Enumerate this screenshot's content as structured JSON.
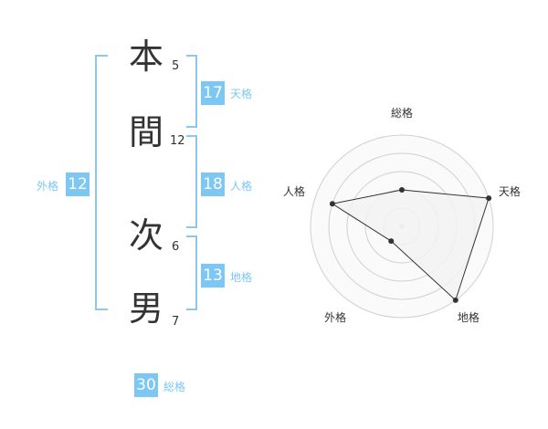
{
  "name": {
    "chars": [
      {
        "char": "本",
        "strokes": "5"
      },
      {
        "char": "間",
        "strokes": "12"
      },
      {
        "char": "次",
        "strokes": "6"
      },
      {
        "char": "男",
        "strokes": "7"
      }
    ]
  },
  "fortune": {
    "tenkaku": {
      "value": "17",
      "label": "天格"
    },
    "jinkaku": {
      "value": "18",
      "label": "人格"
    },
    "chikaku": {
      "value": "13",
      "label": "地格"
    },
    "gaikaku": {
      "value": "12",
      "label": "外格"
    },
    "soukaku": {
      "value": "30",
      "label": "総格"
    }
  },
  "chart_data": {
    "type": "radar",
    "axes": [
      "総格",
      "天格",
      "地格",
      "外格",
      "人格"
    ],
    "values": [
      2,
      5,
      5,
      1,
      4
    ],
    "rmax": 5,
    "grid_rings": 5,
    "colors": {
      "fill": "#f2f2f2",
      "line": "#333333",
      "grid": "#d0d0d0",
      "point": "#333333"
    }
  },
  "colors": {
    "accent": "#7cc7f4",
    "bracket": "#8cc8ee"
  }
}
